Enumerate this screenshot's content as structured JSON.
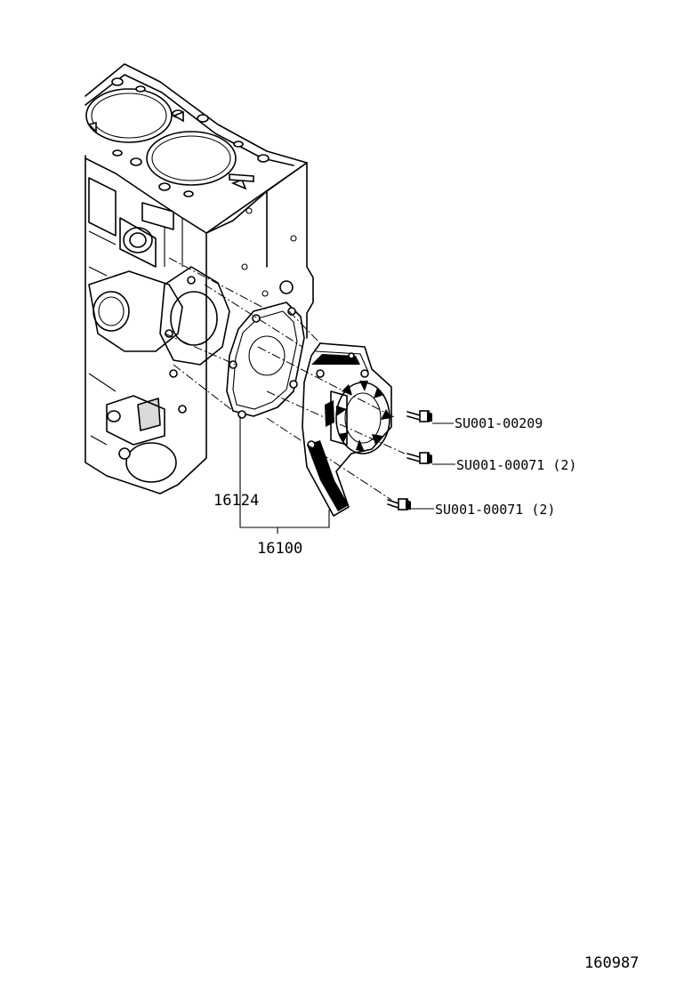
{
  "callouts": {
    "bolt_1": "SU001-00209",
    "bolt_2": "SU001-00071 (2)",
    "bolt_3": "SU001-00071 (2)",
    "gasket": "16124",
    "assembly": "16100"
  },
  "figure_number": "160987"
}
